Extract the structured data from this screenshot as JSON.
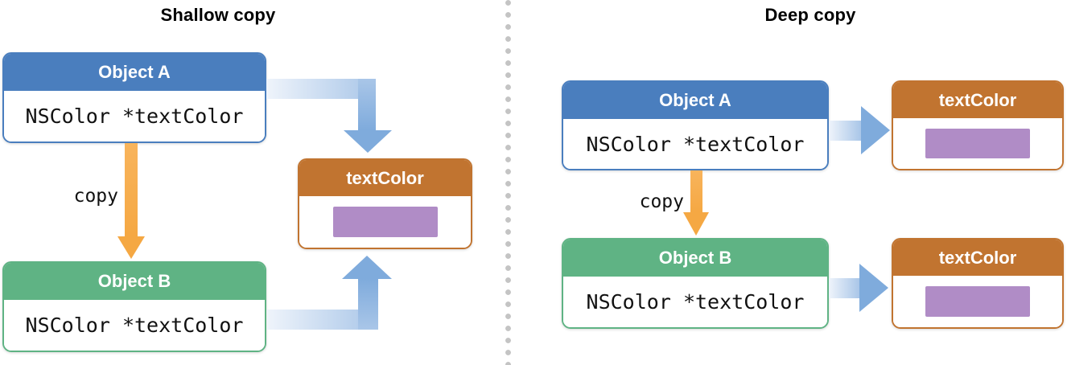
{
  "colors": {
    "blue_header": "#4A7EBE",
    "green_header": "#5FB384",
    "orange_header": "#C17430",
    "purple_swatch": "#B08CC6",
    "copy_arrow": "#F5A843",
    "pointer_arrow": "#7FABDC",
    "pointer_arrow_mid": "#A9C6E8",
    "pointer_arrow_light": "#EFF4FB",
    "divider_dot": "#C4C4C4"
  },
  "left": {
    "title": "Shallow copy",
    "object_a": {
      "label": "Object A",
      "field": "NSColor *textColor"
    },
    "object_b": {
      "label": "Object B",
      "field": "NSColor *textColor"
    },
    "ref": {
      "label": "textColor"
    },
    "copy_label": "copy"
  },
  "right": {
    "title": "Deep copy",
    "object_a": {
      "label": "Object A",
      "field": "NSColor *textColor"
    },
    "object_b": {
      "label": "Object B",
      "field": "NSColor *textColor"
    },
    "ref_a": {
      "label": "textColor"
    },
    "ref_b": {
      "label": "textColor"
    },
    "copy_label": "copy"
  }
}
